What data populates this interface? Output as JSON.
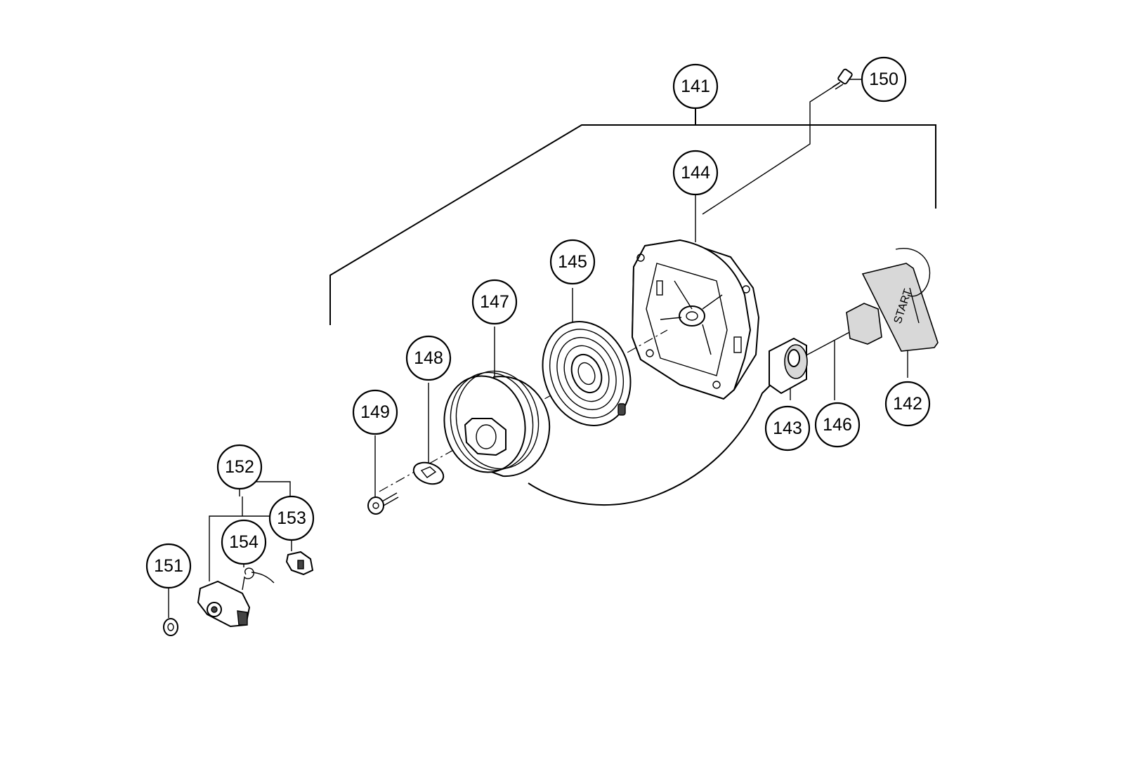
{
  "diagram": {
    "callouts": {
      "c141": "141",
      "c142": "142",
      "c143": "143",
      "c144": "144",
      "c145": "145",
      "c146": "146",
      "c147": "147",
      "c148": "148",
      "c149": "149",
      "c150": "150",
      "c151": "151",
      "c152": "152",
      "c153": "153",
      "c154": "154"
    },
    "handle_label": "START"
  }
}
